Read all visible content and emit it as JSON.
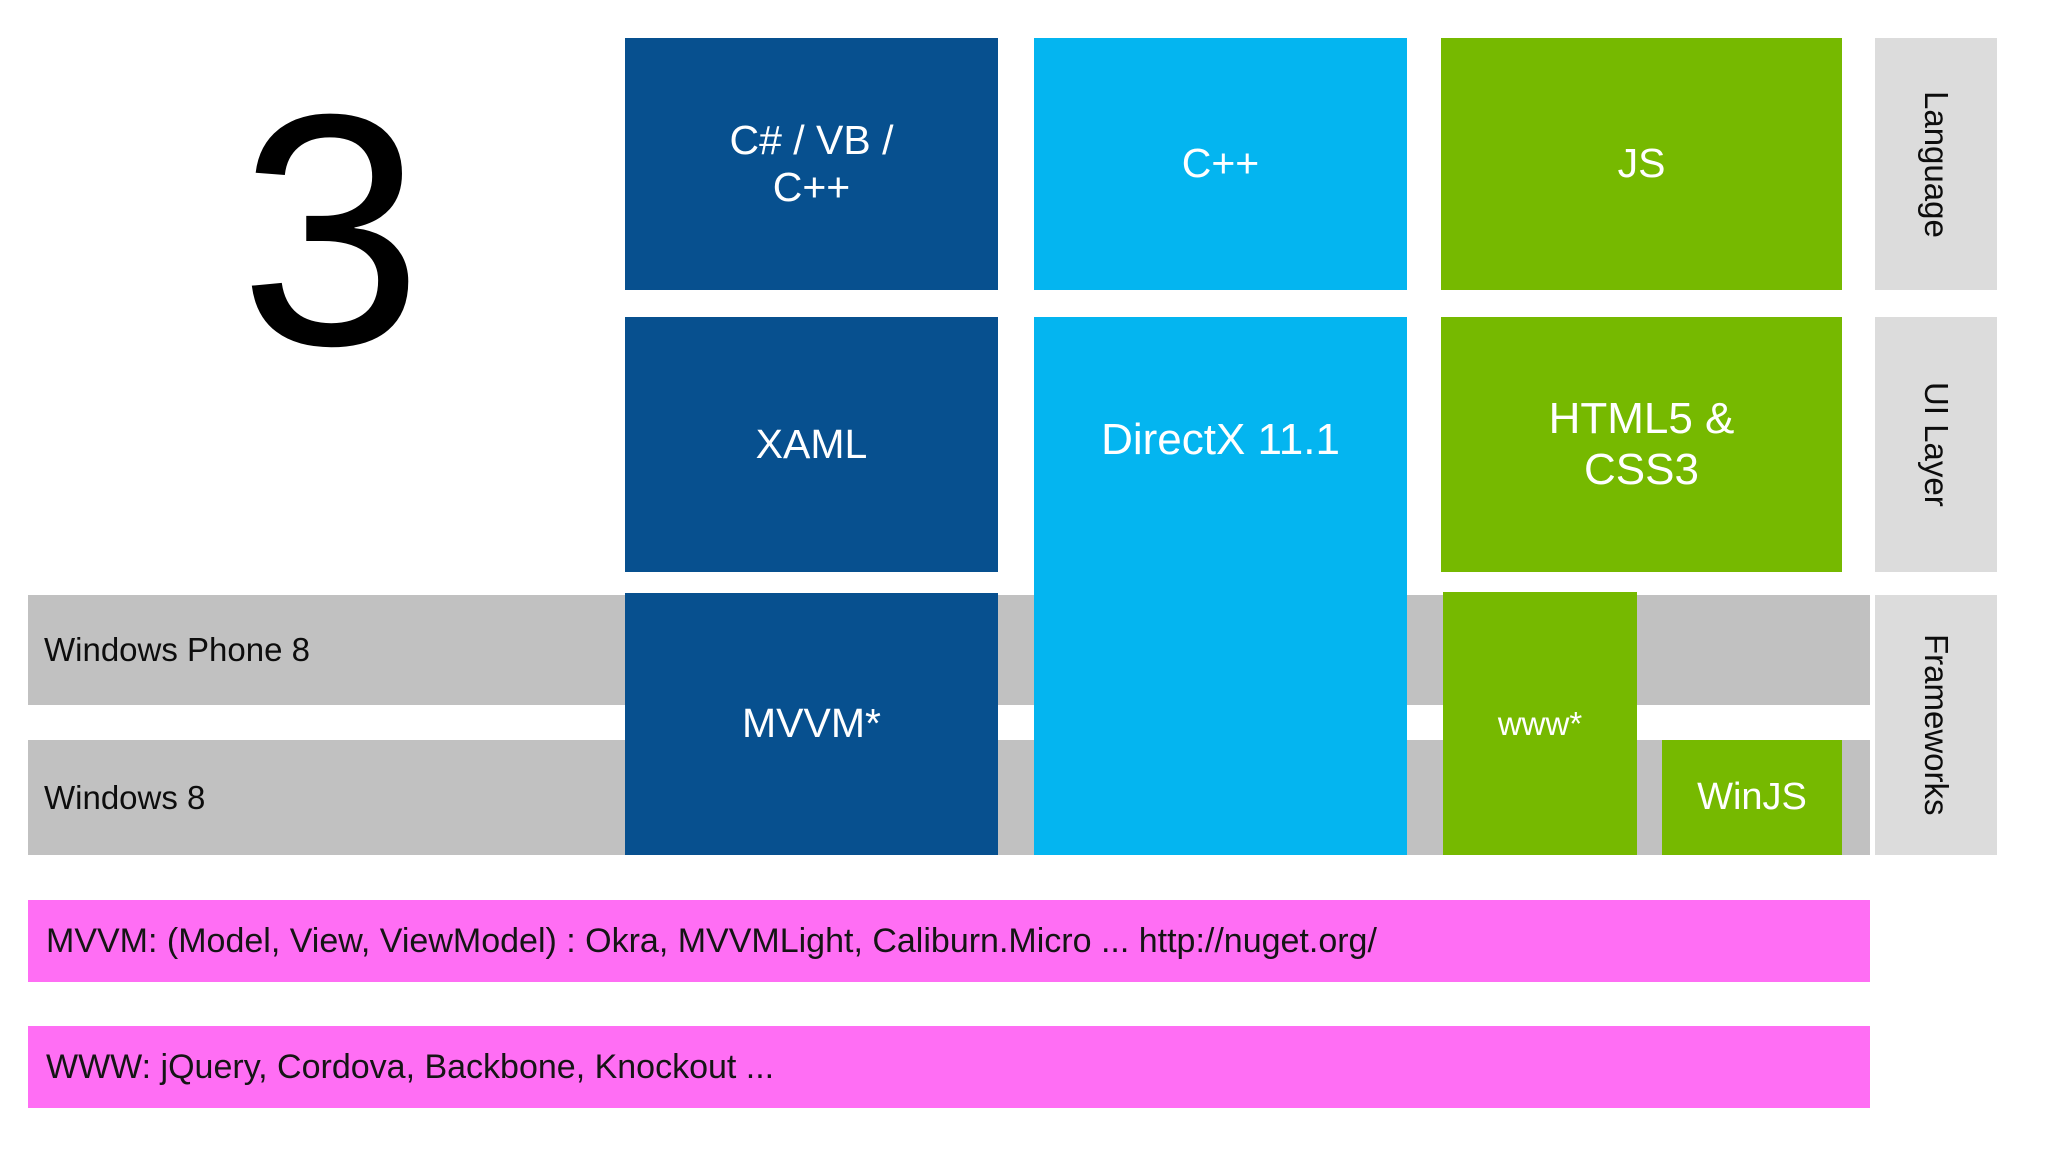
{
  "slide": {
    "number": "3"
  },
  "platforms": [
    {
      "label": "Windows Phone 8"
    },
    {
      "label": "Windows 8"
    }
  ],
  "categories": [
    {
      "label": "Language"
    },
    {
      "label": "UI Layer"
    },
    {
      "label": "Frameworks"
    }
  ],
  "stacks": {
    "managed": {
      "language": "C# / VB /\nC++",
      "ui_layer": "XAML",
      "framework": "MVVM*",
      "color": "#07508f"
    },
    "native": {
      "language": "C++",
      "ui_layer_and_framework": "DirectX 11.1",
      "color": "#04b5f0"
    },
    "web": {
      "language": "JS",
      "ui_layer": "HTML5 &\nCSS3",
      "framework": "www*",
      "framework_secondary": "WinJS",
      "color": "#76b900"
    }
  },
  "notes": [
    {
      "text": "MVVM: (Model, View, ViewModel) : Okra, MVVMLight, Caliburn.Micro ... http://nuget.org/"
    },
    {
      "text": "WWW: jQuery, Cordova, Backbone, Knockout ..."
    }
  ],
  "colors": {
    "blue": "#07508f",
    "cyan": "#04b5f0",
    "green": "#76b900",
    "gray_band": "#c1c1c1",
    "gray_label": "#dcdcdc",
    "pink": "#ff6ef4",
    "background": "#ffffff"
  }
}
